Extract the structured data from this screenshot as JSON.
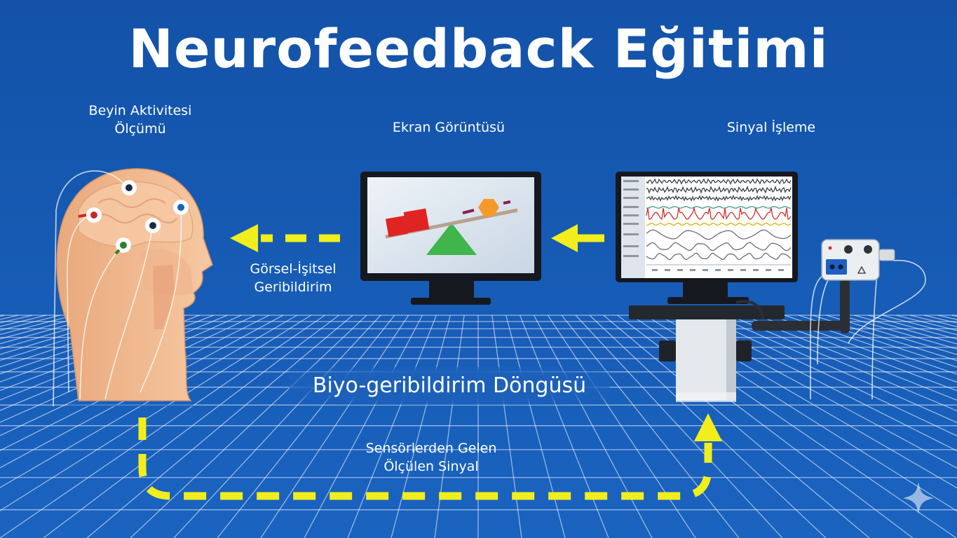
{
  "title": "Neurofeedback Eğitimi",
  "labels": {
    "brain_line1": "Beyin Aktivitesi",
    "brain_line2": "Ölçümü",
    "screen": "Ekran Görüntüsü",
    "signal": "Sinyal İşleme",
    "feedback_line1": "Görsel-İşitsel",
    "feedback_line2": "Geribildirim",
    "loop": "Biyo-geribildirim Döngüsü",
    "sensor_line1": "Sensörlerden Gelen",
    "sensor_line2": "Ölçülen Sinyal"
  },
  "colors": {
    "background": "#1558b0",
    "arrow": "#f2ee1c",
    "skin": "#f2bf96",
    "grid": "#ffffff"
  },
  "icons": [
    "human-head-icon",
    "eeg-electrode-icon",
    "monitor-icon",
    "balance-scale-icon",
    "eeg-waveform-icon",
    "amplifier-device-icon",
    "sparkle-icon"
  ]
}
